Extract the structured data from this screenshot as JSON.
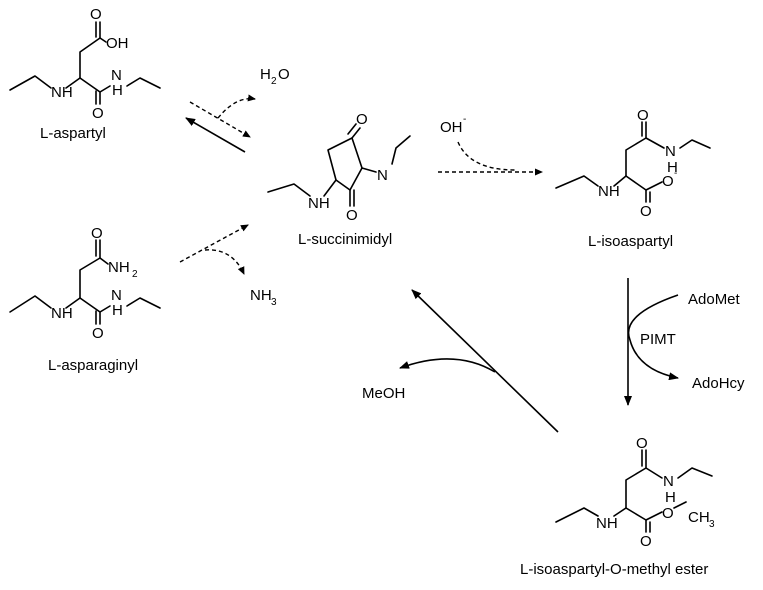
{
  "molecules": {
    "aspartyl": {
      "label": "L-aspartyl",
      "atoms": {
        "oh": "OH",
        "o_carboxyl": "O",
        "nh": "NH",
        "amide_n": "N",
        "amide_h": "H",
        "o_amide": "O"
      }
    },
    "asparaginyl": {
      "label": "L-asparaginyl",
      "atoms": {
        "o_side": "O",
        "nh2": "NH",
        "nh2_sub": "2",
        "nh": "NH",
        "amide_n": "N",
        "amide_h": "H",
        "o_amide": "O"
      }
    },
    "succinimidyl": {
      "label": "L-succinimidyl",
      "atoms": {
        "o_top": "O",
        "n_ring": "N",
        "o_bottom": "O",
        "nh": "NH"
      }
    },
    "isoaspartyl": {
      "label": "L-isoaspartyl",
      "atoms": {
        "o_top": "O",
        "n_amide": "N",
        "h_amide": "H",
        "nh": "NH",
        "o_carboxylate": "O",
        "charge": "-"
      }
    },
    "methyl_ester": {
      "label": "L-isoaspartyl-O-methyl ester",
      "atoms": {
        "o_top": "O",
        "n_amide": "N",
        "h_amide": "H",
        "nh": "NH",
        "o_carbonyl": "O",
        "o_ester": "O",
        "ch3": "CH",
        "ch3_sub": "3"
      }
    }
  },
  "reagents": {
    "water": "H",
    "water_sub": "2",
    "water_o": "O",
    "hydroxide": "OH",
    "hydroxide_charge": "-",
    "ammonia": "NH",
    "ammonia_sub": "3",
    "methanol": "MeOH",
    "adomet": "AdoMet",
    "adohcy": "AdoHcy",
    "enzyme": "PIMT"
  }
}
